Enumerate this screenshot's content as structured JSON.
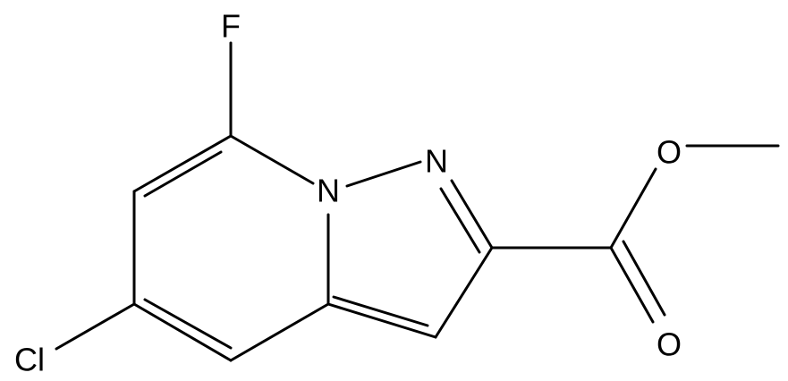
{
  "molecule": {
    "atoms": {
      "fluorine": "F",
      "chlorine": "Cl",
      "nitrogen_bridgehead": "N",
      "nitrogen_ring": "N",
      "oxygen_ether": "O",
      "oxygen_carbonyl": "O"
    },
    "colors": {
      "bond": "#000000",
      "text": "#000000",
      "background": "#ffffff"
    }
  }
}
